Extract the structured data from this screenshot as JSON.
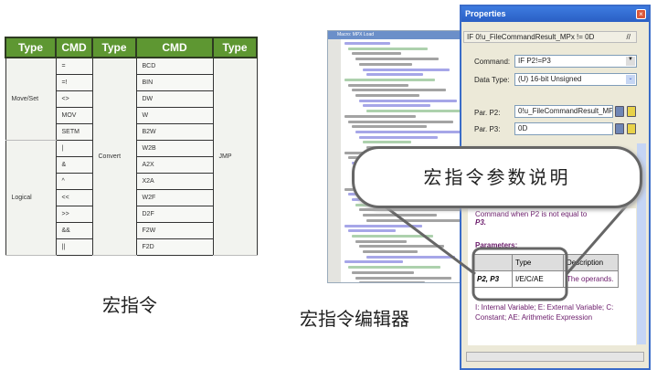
{
  "cmd_table": {
    "headers": [
      "Type",
      "CMD",
      "Type",
      "CMD",
      "Type"
    ],
    "groups": [
      {
        "type": "Move/Set",
        "cmds": [
          "=",
          "=!",
          "<>",
          "MOV",
          "SETM"
        ]
      },
      {
        "type": "Logical",
        "cmds": [
          "|",
          "&",
          "^",
          "<<",
          ">>",
          "&&",
          "||"
        ]
      }
    ],
    "convert": {
      "type": "Convert",
      "cmds": [
        "BCD",
        "BIN",
        "DW",
        "W",
        "B2W",
        "W2B",
        "A2X",
        "X2A",
        "W2F",
        "D2F",
        "F2W",
        "F2D"
      ]
    },
    "jump": {
      "type": "JMP"
    }
  },
  "captions": {
    "macro": "宏指令",
    "editor": "宏指令编辑器",
    "callout": "宏指令参数说明"
  },
  "editor": {
    "title": "Macro: MPX Load"
  },
  "properties": {
    "title": "Properties",
    "formula": "IF 0!u_FileCommandResult_MPx != 0D",
    "formula_comment": "//",
    "command_label": "Command:",
    "command_value": "IF P2!=P3",
    "datatype_label": "Data Type:",
    "datatype_value": "(U) 16-bit Unsigned",
    "p2_label": "Par. P2:",
    "p2_value": "0!u_FileCommandResult_MP",
    "p3_label": "Par. P3:",
    "p3_value": "0D",
    "help_line1": "Command when P2 is not equal to",
    "help_line2": "P3.",
    "parameters_heading": "Parameters:",
    "table_headers": [
      "",
      "Type",
      "Description"
    ],
    "table_row": [
      "P2, P3",
      "I/E/C/AE",
      "The operands."
    ],
    "footnote": "I: Internal Variable; E: External Variable; C: Constant; AE: Arithmetic Expression"
  }
}
